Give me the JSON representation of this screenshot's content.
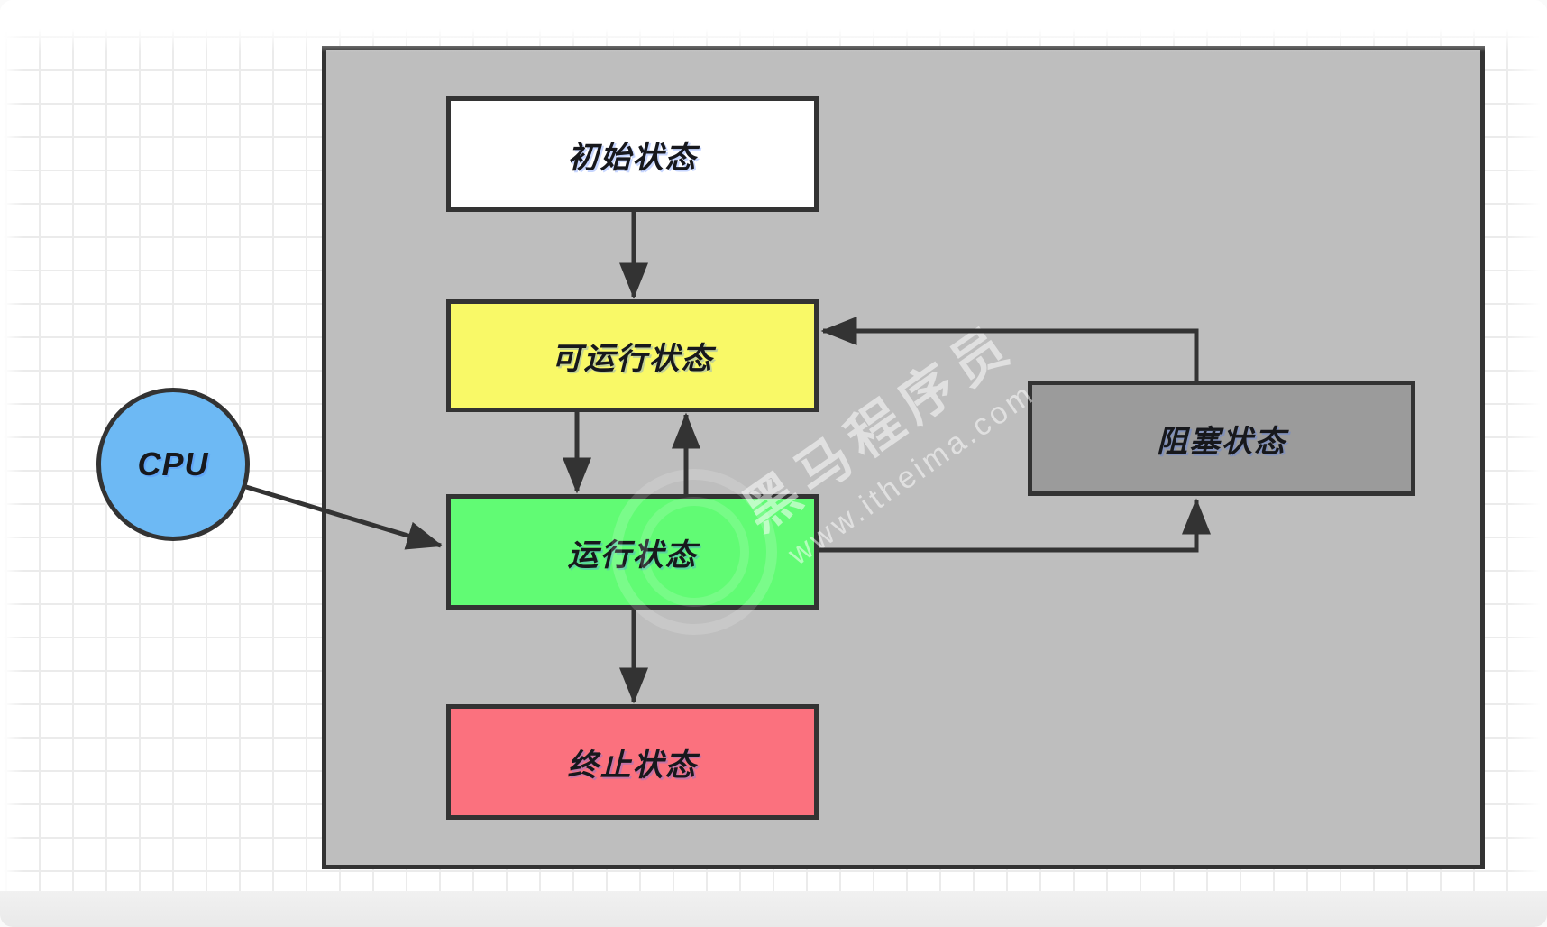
{
  "page": {
    "watermark": {
      "brand": "黑马程序员",
      "url": "www.itheima.com"
    }
  },
  "diagram": {
    "type": "state-diagram",
    "subject": "thread-lifecycle",
    "nodes": {
      "initial": {
        "label": "初始状态",
        "shape": "rect",
        "fill": "#ffffff"
      },
      "runnable": {
        "label": "可运行状态",
        "shape": "rect",
        "fill": "#f9f967"
      },
      "running": {
        "label": "运行状态",
        "shape": "rect",
        "fill": "#61fb74"
      },
      "terminated": {
        "label": "终止状态",
        "shape": "rect",
        "fill": "#fb717e"
      },
      "blocked": {
        "label": "阻塞状态",
        "shape": "rect",
        "fill": "#9b9b9b"
      },
      "cpu": {
        "label": "CPU",
        "shape": "circle",
        "fill": "#6db9f4"
      }
    },
    "edges": [
      {
        "from": "初始状态",
        "to": "可运行状态",
        "route": "straight-down"
      },
      {
        "from": "可运行状态",
        "to": "运行状态",
        "route": "straight-down"
      },
      {
        "from": "运行状态",
        "to": "可运行状态",
        "route": "straight-up"
      },
      {
        "from": "运行状态",
        "to": "终止状态",
        "route": "straight-down"
      },
      {
        "from": "运行状态",
        "to": "阻塞状态",
        "route": "right-then-up"
      },
      {
        "from": "阻塞状态",
        "to": "可运行状态",
        "route": "up-then-left"
      },
      {
        "from": "CPU",
        "to": "运行状态",
        "route": "diagonal"
      }
    ],
    "colors": {
      "container_fill": "#bebebe",
      "stroke": "#333333",
      "grid_line": "#ebebeb",
      "paper": "#ffffff"
    }
  }
}
